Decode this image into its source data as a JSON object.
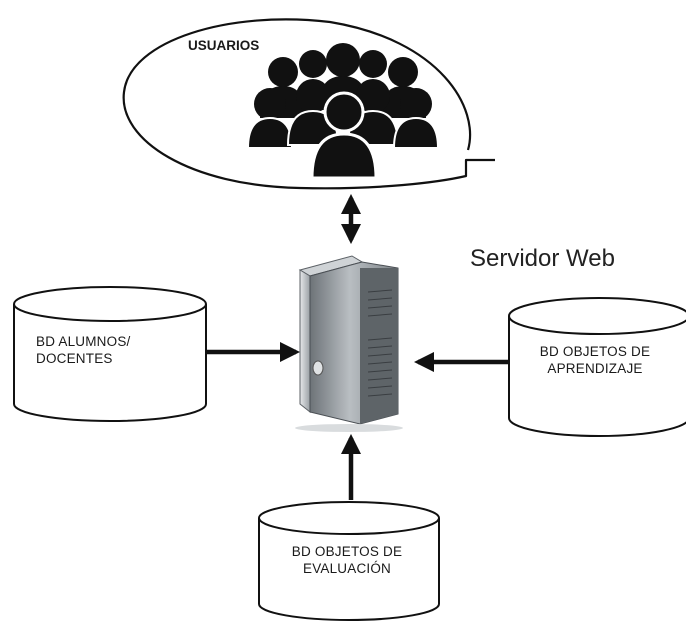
{
  "diagram": {
    "users_label": "USUARIOS",
    "server_label": "Servidor Web",
    "databases": {
      "alumnos": {
        "line1": "BD ALUMNOS/",
        "line2": "DOCENTES"
      },
      "aprendizaje": {
        "line1": "BD OBJETOS DE",
        "line2": "APRENDIZAJE"
      },
      "evaluacion": {
        "line1": "BD OBJETOS DE",
        "line2": "EVALUACIÓN"
      }
    },
    "icons": {
      "users": "users-group-icon",
      "server": "server-tower-icon"
    },
    "colors": {
      "stroke": "#111111",
      "fill": "#ffffff",
      "people": "#111111",
      "server": "#8c9196"
    }
  }
}
